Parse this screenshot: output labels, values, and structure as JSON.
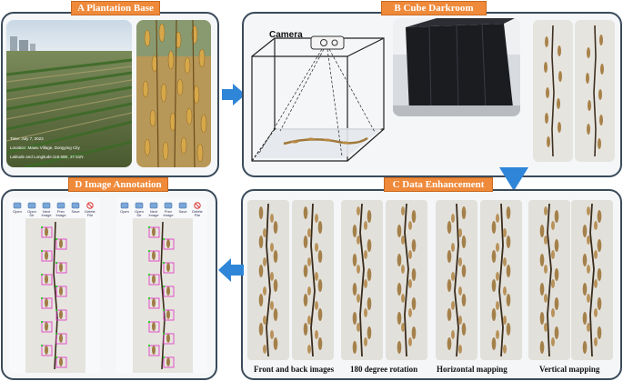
{
  "panels": {
    "a": {
      "tag": "A   Plantation Base",
      "overlay": [
        "Time: July 7, 2023",
        "Location: Mawu Village, Dongying City",
        "Latitude and Longitude:118.69E, 37.51N"
      ]
    },
    "b": {
      "tag": "B   Cube Darkroom",
      "camera_label": "Camera"
    },
    "c": {
      "tag": "C   Data Enhancement",
      "captions": [
        "Front and back images",
        "180 degree rotation",
        "Horizontal mapping",
        "Vertical mapping"
      ]
    },
    "d": {
      "tag": "D   Image Annotation",
      "tools": [
        "Open",
        "Open Dir",
        "Next Image",
        "Prev Image",
        "Save",
        "Delete File"
      ]
    }
  },
  "colors": {
    "tag_orange": "#ef8a3a",
    "arrow_blue": "#2f86d8",
    "panel_border": "#3a4a5a",
    "box_magenta": "#e040c8"
  }
}
